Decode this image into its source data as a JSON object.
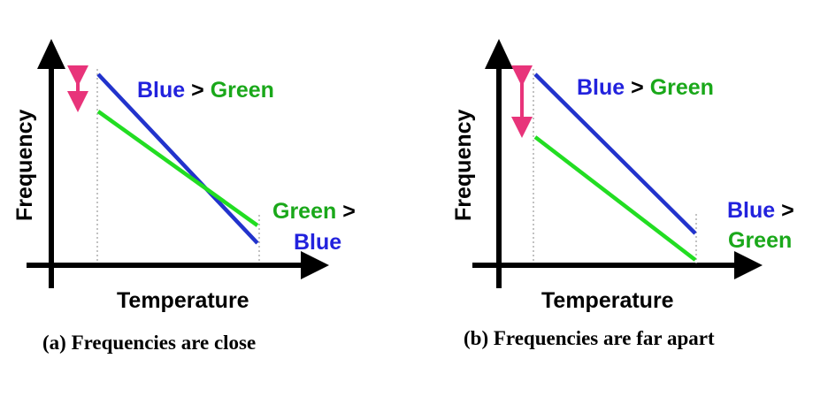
{
  "colors": {
    "blue": "#2233cc",
    "green": "#22dd22",
    "arrow": "#e8347a",
    "axis": "#000000"
  },
  "panels": [
    {
      "ylabel": "Frequency",
      "xlabel": "Temperature",
      "caption": "(a) Frequencies are close",
      "label_left": {
        "a": "Blue",
        "op": " > ",
        "b": "Green"
      },
      "label_right": {
        "line1a": "Green",
        "line1op": " >",
        "line2": "Blue"
      }
    },
    {
      "ylabel": "Frequency",
      "xlabel": "Temperature",
      "caption": "(b) Frequencies are far apart",
      "label_left": {
        "a": "Blue",
        "op": " > ",
        "b": "Green"
      },
      "label_right": {
        "line1a": "Blue",
        "line1op": " >",
        "line2": "Green"
      }
    }
  ]
}
